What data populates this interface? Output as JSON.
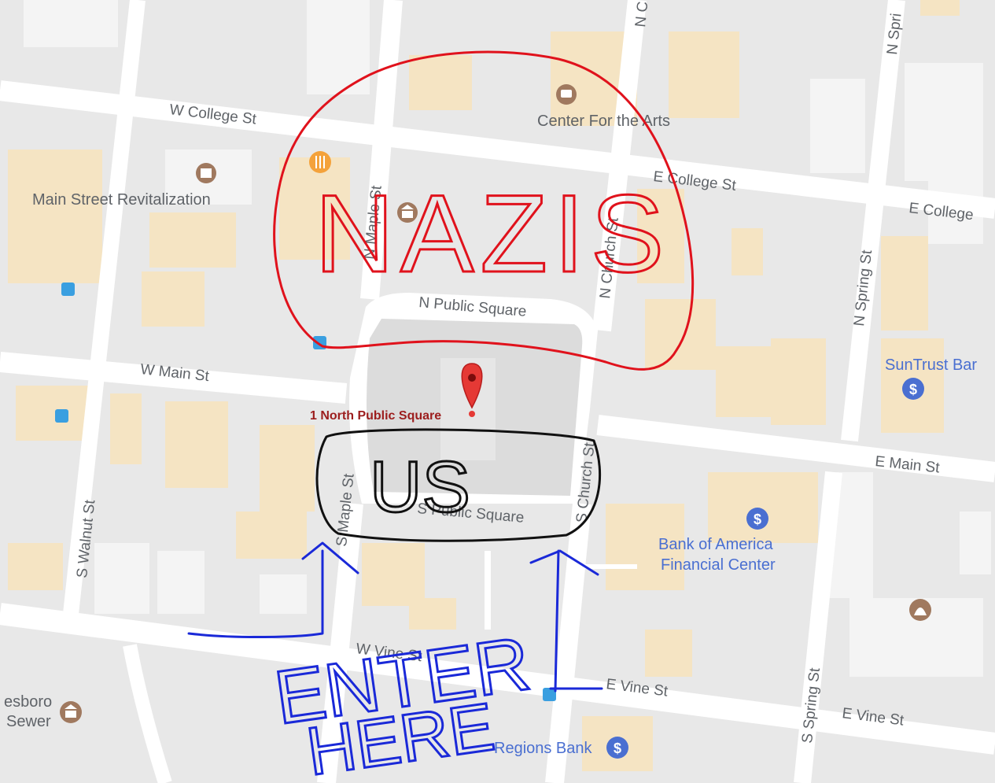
{
  "streets": {
    "w_college": "W College St",
    "e_college_1": "E College St",
    "e_college_2": "E College",
    "n_maple": "N Maple St",
    "n_church": "N Church St",
    "n_church_top": "N C",
    "n_spring": "N Spring St",
    "n_spring_top": "N Spri",
    "n_public_square": "N Public Square",
    "w_main": "W Main St",
    "e_main": "E Main St",
    "s_maple": "S Maple St",
    "s_church": "S Church St",
    "s_public_square": "S Public Square",
    "s_walnut": "S Walnut St",
    "w_vine": "W Vine St",
    "e_vine_1": "E Vine St",
    "e_vine_2": "E Vine St",
    "s_spring": "S Spring St"
  },
  "places": {
    "center_arts": "Center For the Arts",
    "main_street": "Main Street Revitalization",
    "suntrust": "SunTrust Bar",
    "bank_america_1": "Bank of America",
    "bank_america_2": "Financial Center",
    "regions": "Regions Bank",
    "sewer_1": "esboro",
    "sewer_2": "Sewer"
  },
  "pin": {
    "label": "1 North Public Square"
  },
  "annotations": {
    "red": "NAZIS",
    "black": "US",
    "blue_1": "ENTER",
    "blue_2": "HERE"
  },
  "icons": [
    "restaurant-icon",
    "museum-icon",
    "arts-icon",
    "bank-icon",
    "bus-stop-icon",
    "location-pin-icon"
  ],
  "colors": {
    "road": "#ffffff",
    "block": "#e8e8e8",
    "building": "#f5e4c3",
    "red_ink": "#e0121c",
    "blue_ink": "#1a29d8",
    "poi_brown": "#a0795f",
    "bank_blue": "#4a6fd1",
    "pin_red": "#e53935"
  }
}
